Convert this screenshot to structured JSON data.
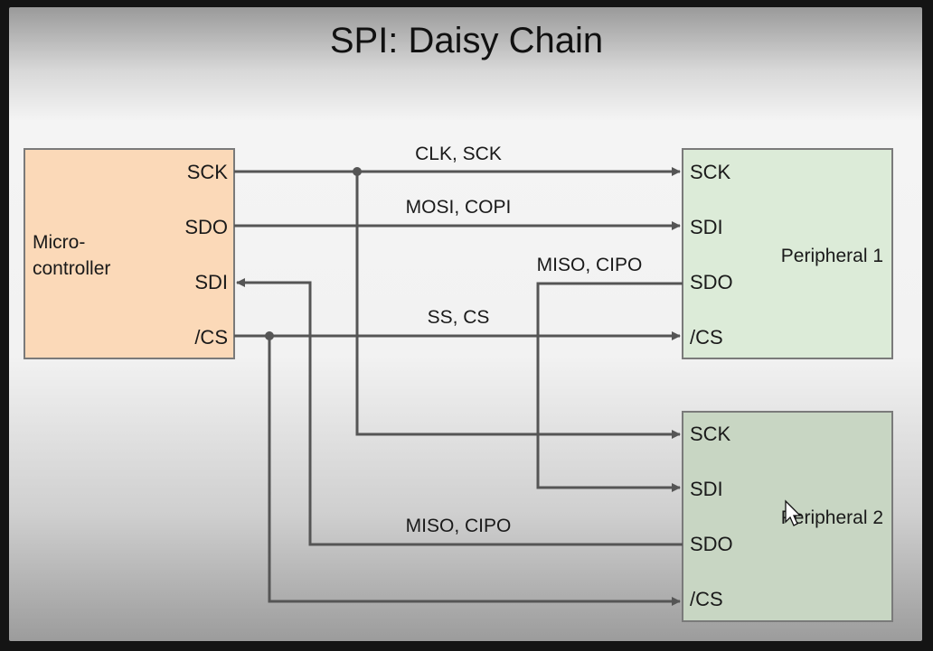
{
  "title": "SPI: Daisy Chain",
  "microcontroller": {
    "name_line1": "Micro-",
    "name_line2": "controller",
    "pins": [
      "SCK",
      "SDO",
      "SDI",
      "/CS"
    ],
    "fill": "#fbd9b8"
  },
  "peripheral1": {
    "name": "Peripheral 1",
    "pins": [
      "SCK",
      "SDI",
      "SDO",
      "/CS"
    ],
    "fill": "#dcebd8"
  },
  "peripheral2": {
    "name": "Peripheral 2",
    "pins": [
      "SCK",
      "SDI",
      "SDO",
      "/CS"
    ],
    "fill": "#c8d6c3"
  },
  "signals": {
    "clock": "CLK, SCK",
    "mosi": "MOSI, COPI",
    "miso_p1": "MISO, CIPO",
    "ss": "SS, CS",
    "miso_p2": "MISO, CIPO"
  },
  "wire_color": "#555555"
}
